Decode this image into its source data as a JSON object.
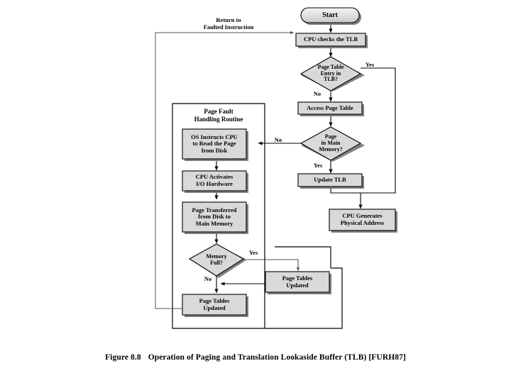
{
  "figure": {
    "number": "Figure 8.8",
    "title": "Operation of Paging and Translation Lookaside Buffer (TLB) [FURH87]",
    "caption_full": "Figure 8.8   Operation of Paging and Translation Lookaside Buffer (TLB) [FURH87]"
  },
  "colors": {
    "node_fill": "#d9d9d9",
    "node_fill_light": "#e8e8e8",
    "node_border": "#000000",
    "shadow": "#808080",
    "line": "#000000",
    "background": "#ffffff"
  },
  "diagram": {
    "type": "flowchart",
    "group": {
      "title": "Page Fault\nHandling Routine",
      "name": "page-fault-handling-routine"
    },
    "nodes": [
      {
        "id": "start",
        "shape": "terminator",
        "label": "Start"
      },
      {
        "id": "check_tlb",
        "shape": "process",
        "label": "CPU checks the TLB"
      },
      {
        "id": "pte_in_tlb",
        "shape": "decision",
        "label": "Page Table\nEntry in\nTLB?"
      },
      {
        "id": "access_pt",
        "shape": "process",
        "label": "Access Page Table"
      },
      {
        "id": "page_in_mem",
        "shape": "decision",
        "label": "Page\nin Main\nMemory?"
      },
      {
        "id": "update_tlb",
        "shape": "process",
        "label": "Update TLB"
      },
      {
        "id": "cpu_phys",
        "shape": "process",
        "label": "CPU Generates\nPhysical Address"
      },
      {
        "id": "os_read",
        "shape": "process",
        "label": "OS Instructs CPU\nto Read the Page\nfrom Disk"
      },
      {
        "id": "cpu_io",
        "shape": "process",
        "label": "CPU Activates\nI/O Hardware"
      },
      {
        "id": "page_xfer",
        "shape": "process",
        "label": "Page Transferred\nfrom Disk to\nMain Memory"
      },
      {
        "id": "mem_full",
        "shape": "decision",
        "label": "Memory\nFull?"
      },
      {
        "id": "pt_upd_right",
        "shape": "process",
        "label": "Page Tables\nUpdated"
      },
      {
        "id": "pt_upd_left",
        "shape": "process",
        "label": "Page Tables\nUpdated"
      }
    ],
    "edge_labels": [
      {
        "id": "return_label",
        "text": "Return to\nFaulted Instruction"
      },
      {
        "id": "tlb_yes",
        "text": "Yes"
      },
      {
        "id": "tlb_no",
        "text": "No"
      },
      {
        "id": "mem_no",
        "text": "No"
      },
      {
        "id": "mem_yes",
        "text": "Yes"
      },
      {
        "id": "full_yes",
        "text": "Yes"
      },
      {
        "id": "full_no",
        "text": "No"
      }
    ],
    "edges": [
      {
        "from": "start",
        "to": "check_tlb",
        "label": ""
      },
      {
        "from": "check_tlb",
        "to": "pte_in_tlb",
        "label": ""
      },
      {
        "from": "pte_in_tlb",
        "to": "cpu_phys",
        "label": "Yes"
      },
      {
        "from": "pte_in_tlb",
        "to": "access_pt",
        "label": "No"
      },
      {
        "from": "access_pt",
        "to": "page_in_mem",
        "label": ""
      },
      {
        "from": "page_in_mem",
        "to": "os_read",
        "label": "No"
      },
      {
        "from": "page_in_mem",
        "to": "update_tlb",
        "label": "Yes"
      },
      {
        "from": "update_tlb",
        "to": "cpu_phys",
        "label": ""
      },
      {
        "from": "os_read",
        "to": "cpu_io",
        "label": ""
      },
      {
        "from": "cpu_io",
        "to": "page_xfer",
        "label": ""
      },
      {
        "from": "page_xfer",
        "to": "mem_full",
        "label": ""
      },
      {
        "from": "mem_full",
        "to": "pt_upd_right",
        "label": "Yes"
      },
      {
        "from": "mem_full",
        "to": "pt_upd_left",
        "label": "No"
      },
      {
        "from": "pt_upd_right",
        "to": "pt_upd_left",
        "label": ""
      },
      {
        "from": "pt_upd_left",
        "to": "check_tlb",
        "label": "Return to Faulted Instruction"
      }
    ]
  }
}
